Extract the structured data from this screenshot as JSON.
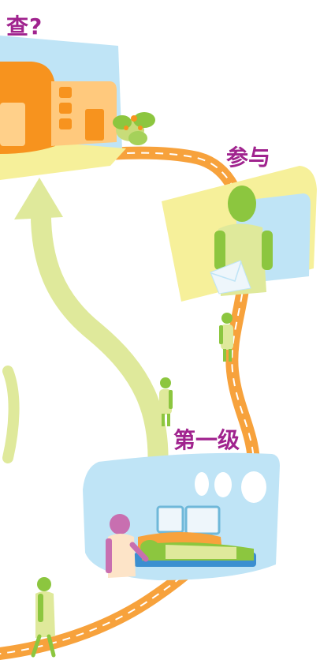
{
  "labels": {
    "stage_top": "查?",
    "stage_mid": "参与",
    "stage_low": "第一级"
  },
  "colors": {
    "label": "#a0238e",
    "road": "#f7a23c",
    "road_dash": "#ffffff",
    "arrow": "#dfe99b",
    "sky": "#bfe4f6",
    "sun_yellow": "#f6f09a",
    "figure_green": "#8cc63f",
    "house_orange": "#f7931e"
  },
  "icons": [
    "house-icon",
    "flower-icon",
    "person-icon",
    "envelope-icon",
    "hospital-bed-icon",
    "arrow-up-icon",
    "walking-person-icon"
  ]
}
